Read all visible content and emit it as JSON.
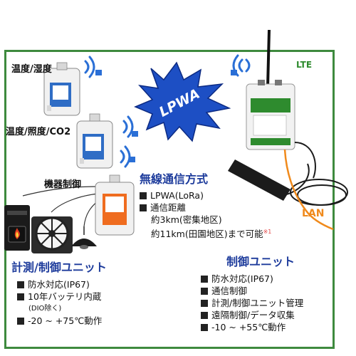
{
  "sensors": {
    "temp_humidity_label": "温度/湿度",
    "temp_light_co2_label": "温度/照度/CO2",
    "device_control_label": "機器制御"
  },
  "lpwa_burst_label": "LPWA",
  "gateway": {
    "lte_label": "LTE",
    "lan_label": "LAN"
  },
  "wireless": {
    "title": "無線通信方式",
    "items": [
      "LPWA(LoRa)",
      "通信距離"
    ],
    "range_lines": [
      "約3km(密集地区)",
      "約11km(田園地区)まで可能"
    ],
    "note_mark": "※1"
  },
  "measurement_unit": {
    "title": "計測/制御ユニット",
    "items": [
      "防水対応(IP67)",
      "10年バッテリ内蔵",
      "-20 ~ +75℃動作"
    ],
    "battery_note": "(DIO除く)"
  },
  "control_unit": {
    "title": "制御ユニット",
    "items": [
      "防水対応(IP67)",
      "通信制御",
      "計測/制御ユニット管理",
      "遠隔制御/データ収集",
      "-10 ~ +55℃動作"
    ]
  },
  "colors": {
    "frame": "#3e8a3e",
    "title_blue": "#1e3c9c",
    "lte_green": "#2e8b2e",
    "lan_orange": "#f08a1c",
    "burst_blue": "#1d4fc4",
    "signal_blue": "#2a6fd6"
  }
}
